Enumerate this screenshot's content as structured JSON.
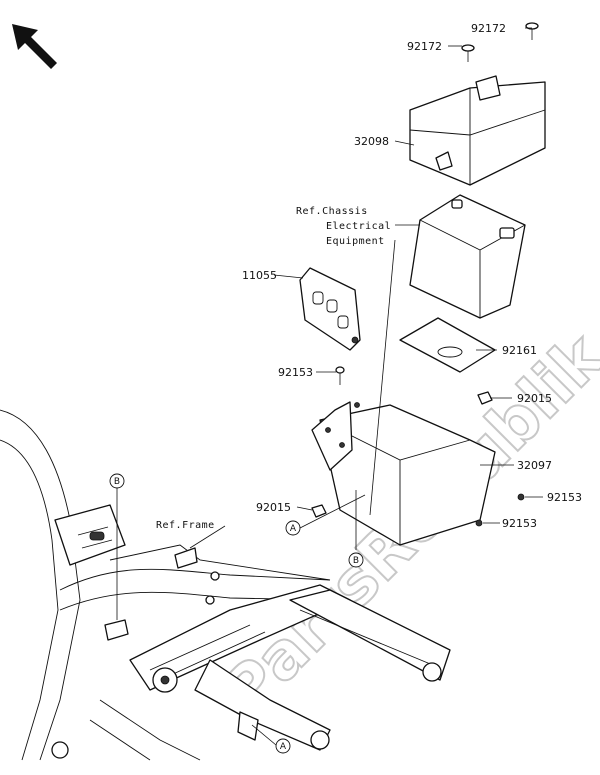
{
  "diagram": {
    "part_numbers": {
      "screw_top_right": "92172",
      "screw_top_left": "92172",
      "cover": "32098",
      "battery_ref": "Ref.Chassis",
      "battery_ref_line2": "Electrical",
      "battery_ref_line3": "Equipment",
      "bracket": "11055",
      "pad": "92161",
      "bolt_left": "92153",
      "nut_right": "92015",
      "case": "32097",
      "bolt_right_1": "92153",
      "nut_left": "92015",
      "bolt_right_2": "92153",
      "frame_ref": "Ref.Frame"
    },
    "callouts": {
      "a": "A",
      "b": "B"
    },
    "watermark": "PartsRepublik",
    "arrow_icon": "front-direction-arrow-icon"
  }
}
